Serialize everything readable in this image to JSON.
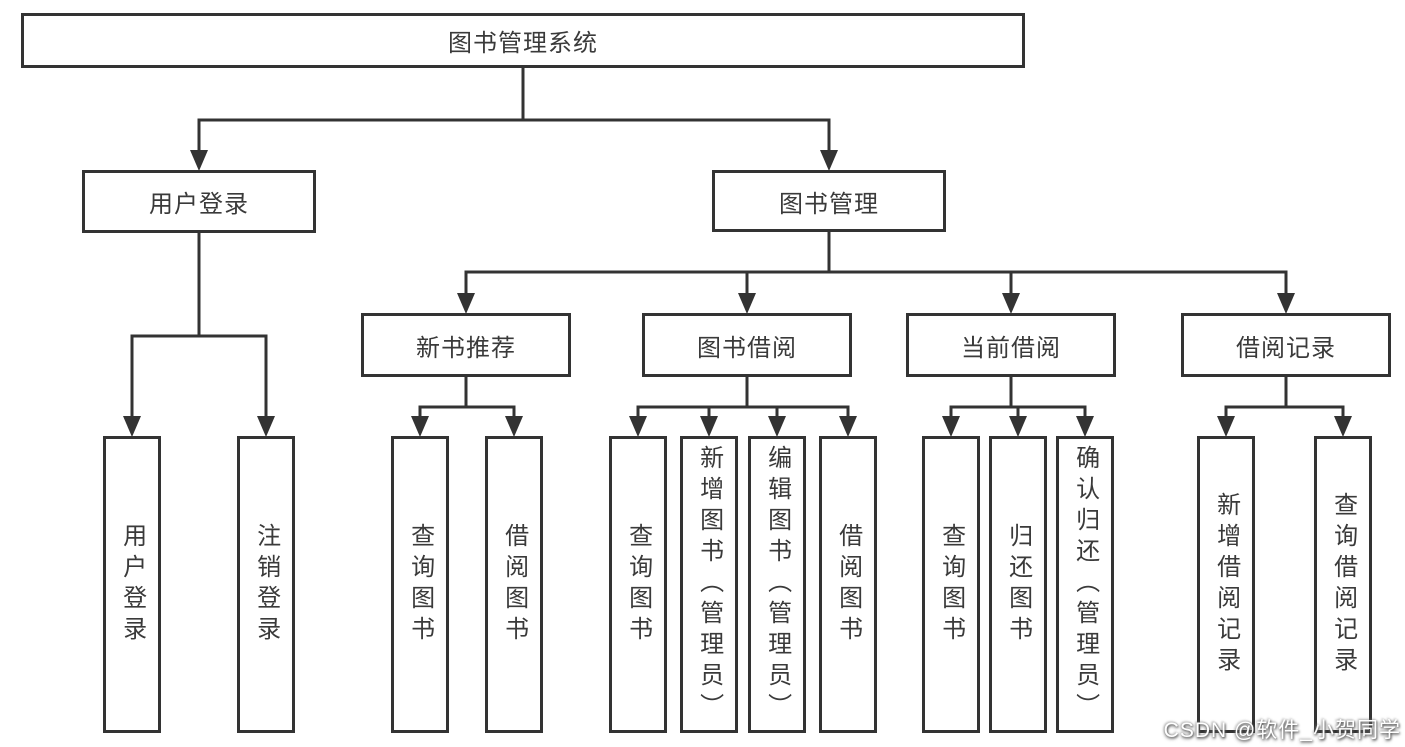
{
  "tree": {
    "root": {
      "label": "图书管理系统"
    },
    "branches": [
      {
        "label": "用户登录",
        "children": [
          {
            "label": "用户登录"
          },
          {
            "label": "注销登录"
          }
        ]
      },
      {
        "label": "图书管理",
        "children": [
          {
            "label": "新书推荐",
            "children": [
              {
                "label": "查询图书"
              },
              {
                "label": "借阅图书"
              }
            ]
          },
          {
            "label": "图书借阅",
            "children": [
              {
                "label": "查询图书"
              },
              {
                "label": "新增图书（管理员）"
              },
              {
                "label": "编辑图书（管理员）"
              },
              {
                "label": "借阅图书"
              }
            ]
          },
          {
            "label": "当前借阅",
            "children": [
              {
                "label": "查询图书"
              },
              {
                "label": "归还图书"
              },
              {
                "label": "确认归还（管理员）"
              }
            ]
          },
          {
            "label": "借阅记录",
            "children": [
              {
                "label": "新增借阅记录"
              },
              {
                "label": "查询借阅记录"
              }
            ]
          }
        ]
      }
    ]
  },
  "watermark": "CSDN @软件_小贺同学",
  "colors": {
    "line": "#333333",
    "box_border": "#333333",
    "text": "#3a3a3a",
    "background": "#ffffff",
    "watermark_text": "#ffffff"
  }
}
